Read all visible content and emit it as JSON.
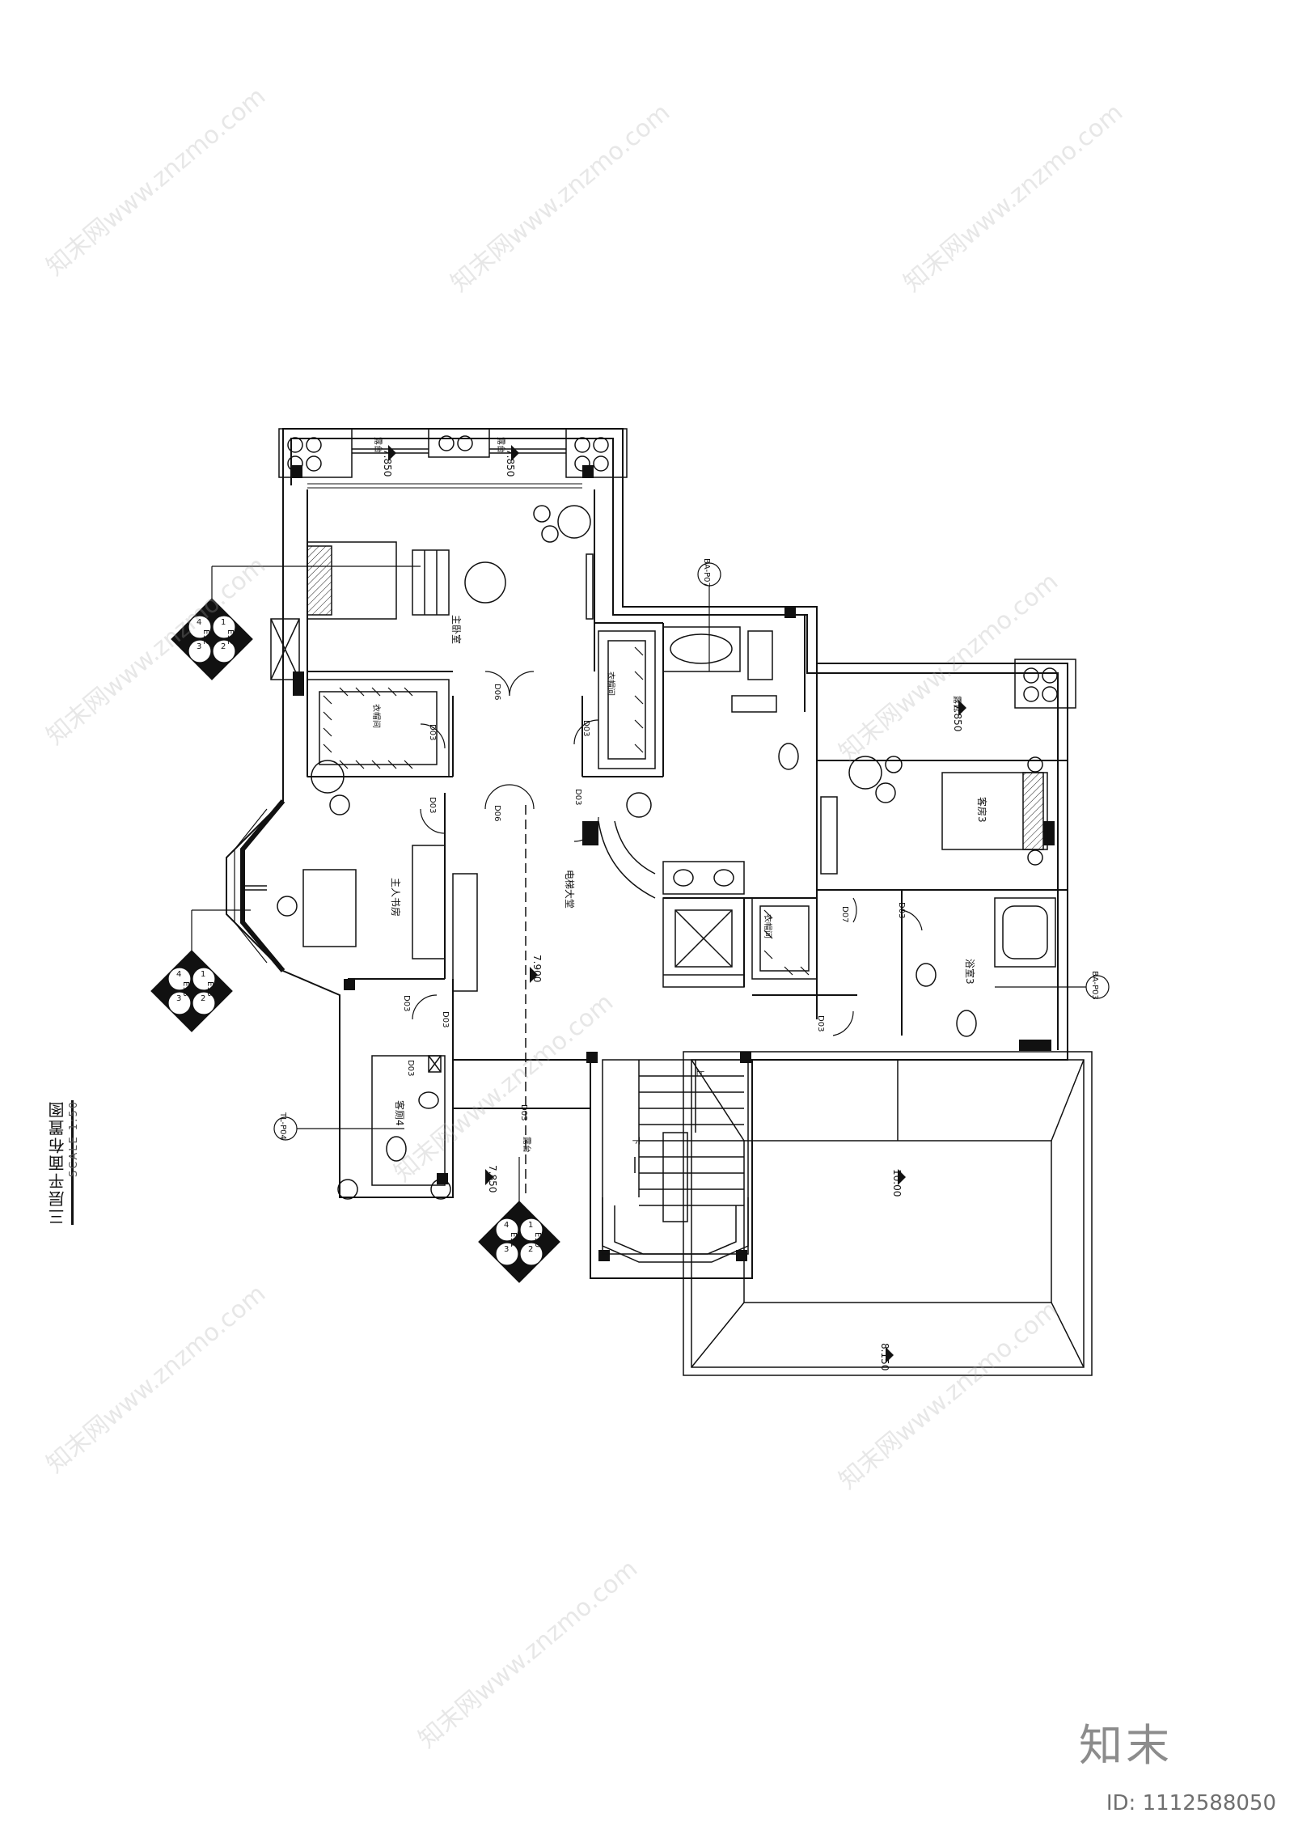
{
  "drawing": {
    "title": "三层平面布置图",
    "scale": "SCALE 1:50"
  },
  "rooms": {
    "master_bedroom": "主卧室",
    "master_study": "主人书房",
    "elevator_hall": "电梯大堂",
    "closet_a": "衣帽间",
    "closet_b": "衣帽间",
    "closet_c": "衣帽间",
    "guest_room_3": "客房3",
    "bathroom_3": "浴室3",
    "guest_bath_4": "客厕4",
    "terrace_top": "露台",
    "terrace_top2": "露台",
    "terrace_right": "露台",
    "terrace_bottom": "露台"
  },
  "elevations": {
    "e1": "7.850",
    "e2": "7.850",
    "e3": "7.850",
    "e4": "7.850",
    "hall": "7.900",
    "roof": "10.00",
    "eave": "8.150"
  },
  "doors": {
    "d1": "D06",
    "d2": "D06",
    "d3": "D03",
    "d4": "D03",
    "d5": "D03",
    "d6": "D03",
    "d7": "D03",
    "d8": "D03",
    "d9": "D07",
    "d10": "D03",
    "d11": "D03",
    "d12": "D03",
    "d13": "D03"
  },
  "tags": {
    "ba_p07": "BA-P07",
    "ba_p03": "BA-P03",
    "tl_p04": "TL-P04"
  },
  "index_symbols": {
    "e12": {
      "n1": "1",
      "n2": "2",
      "n3": "3",
      "n4": "4",
      "code": "E12"
    },
    "e13": {
      "n1": "1",
      "n2": "2",
      "n3": "3",
      "n4": "4",
      "code": "E13"
    },
    "e11": {
      "n1": "1",
      "n2": "2",
      "n3": "3",
      "n4": "4",
      "code_a": "E11",
      "code_b": "E10"
    }
  },
  "stairs": {
    "up": "上",
    "down": "下"
  },
  "branding": {
    "logo_text": "知末",
    "image_id": "ID: 1112588050",
    "watermark": "知末网www.znzmo.com"
  }
}
